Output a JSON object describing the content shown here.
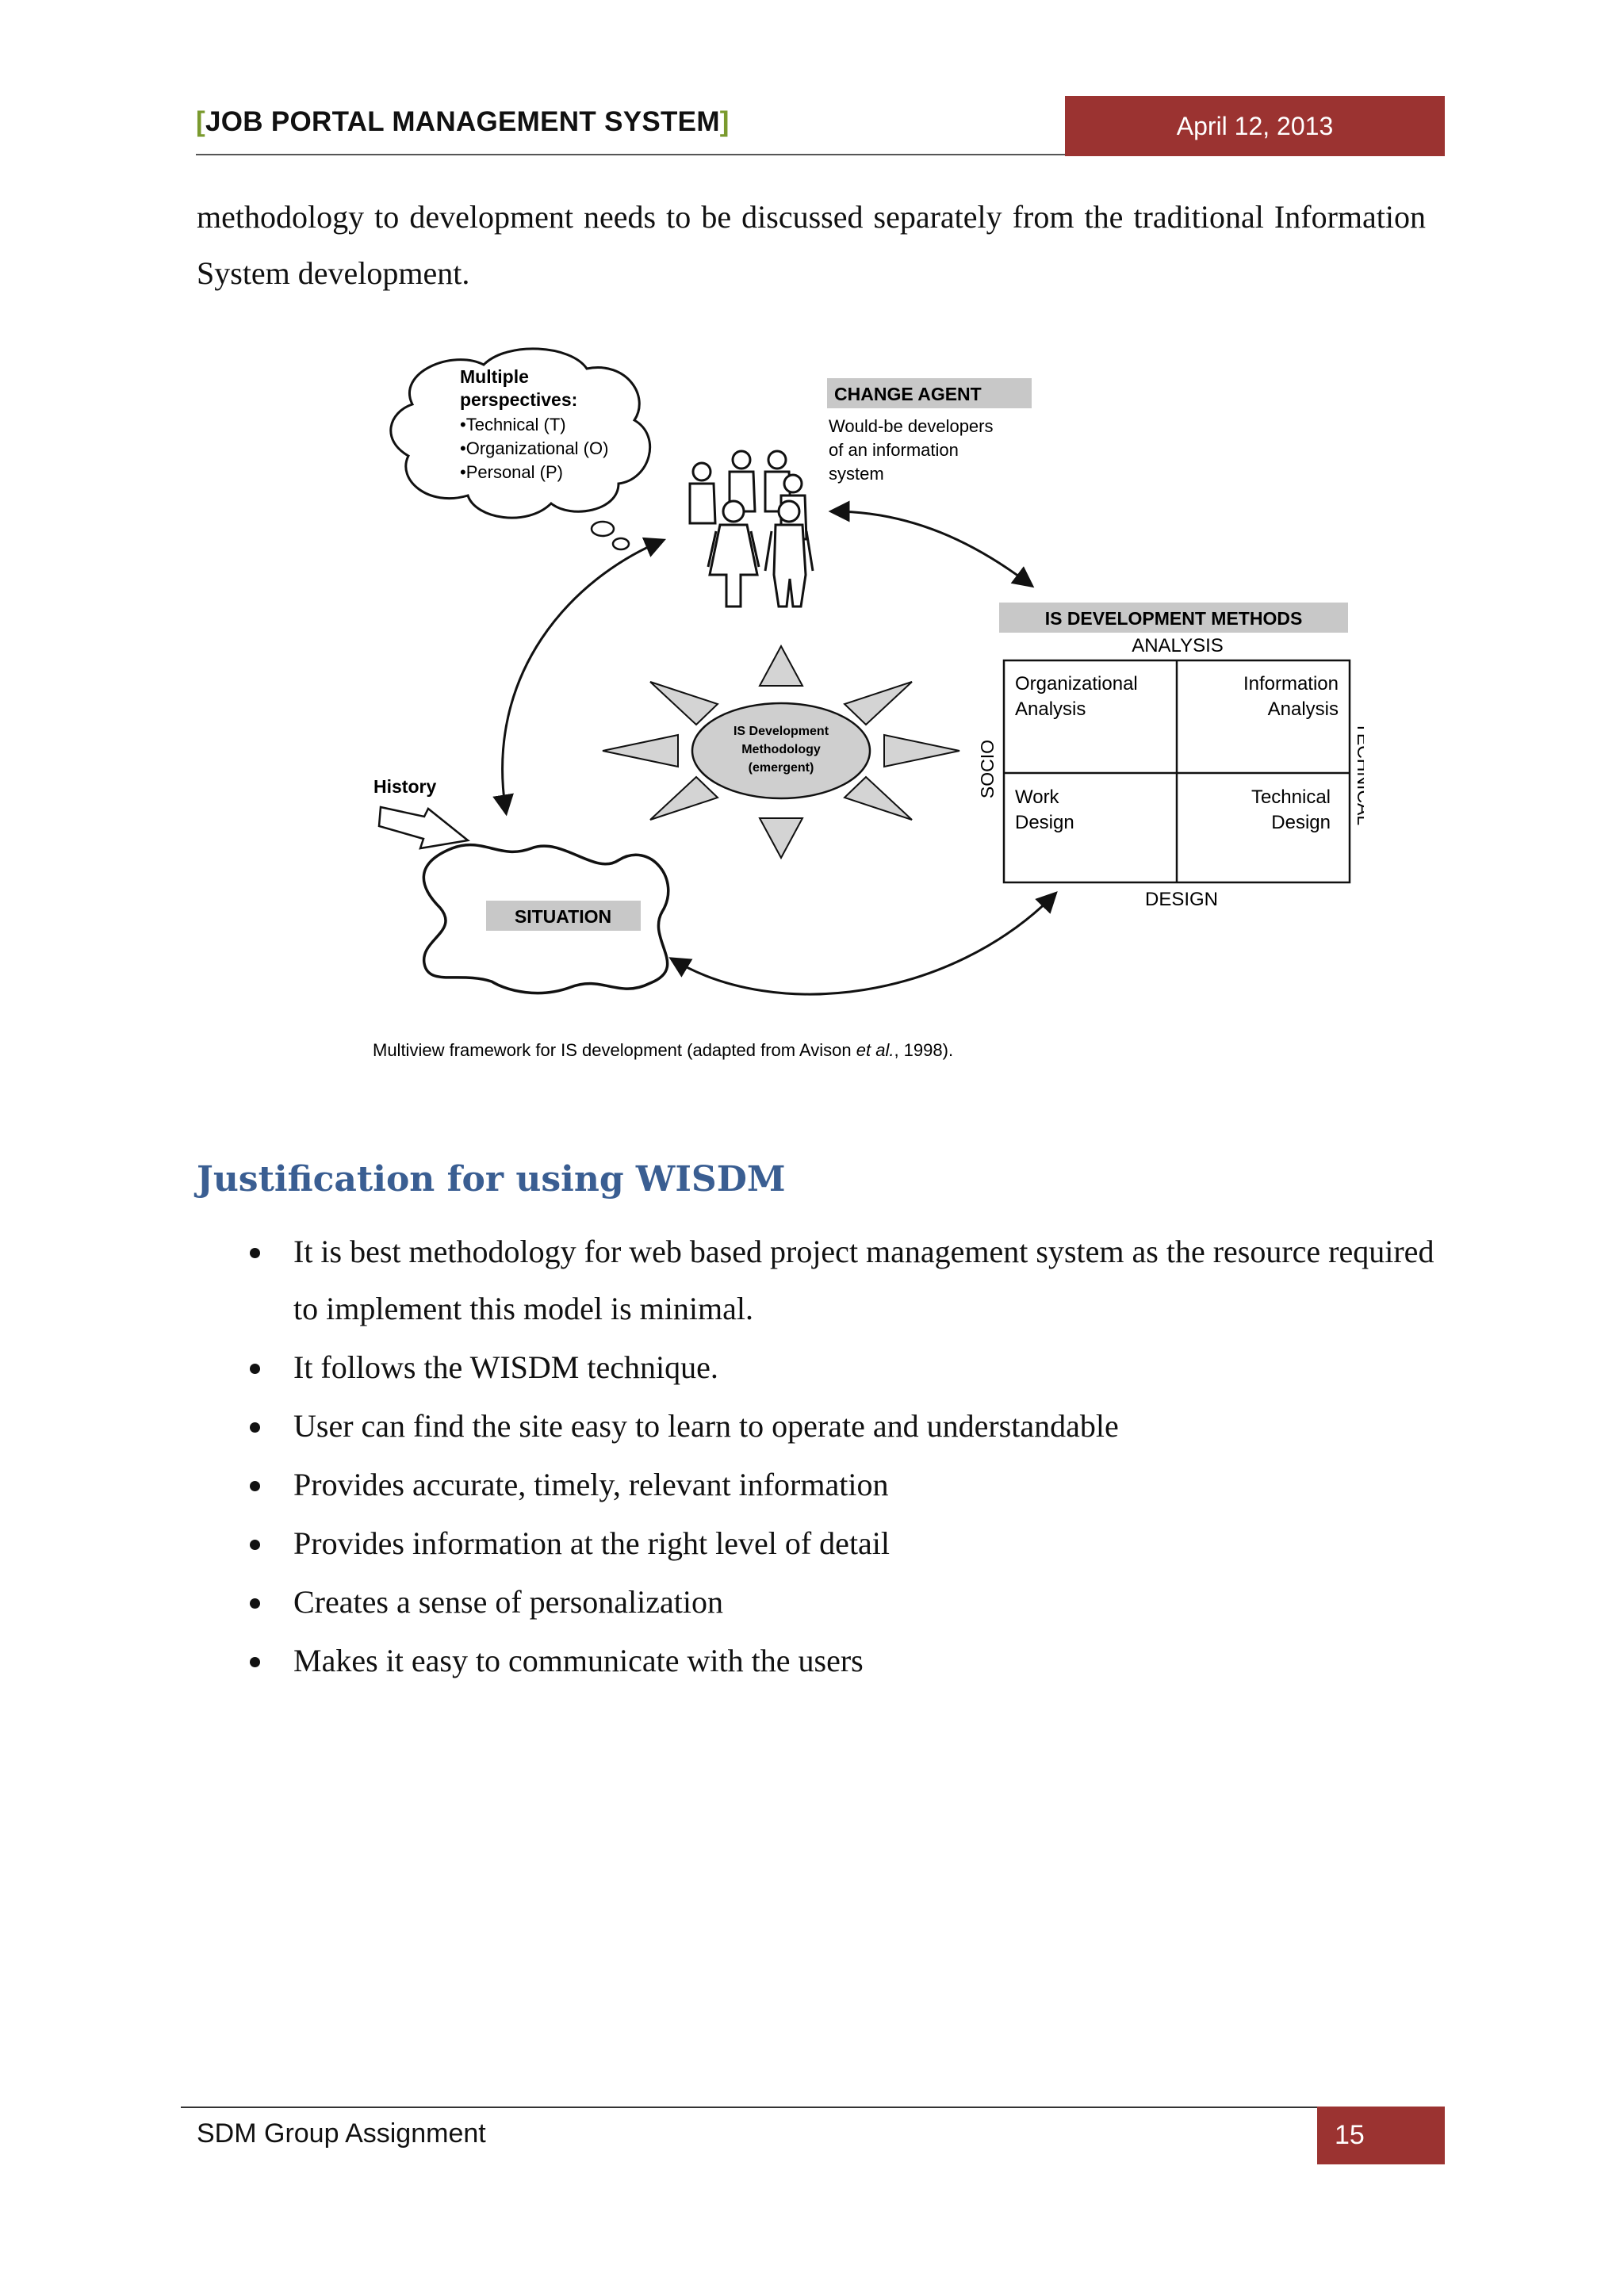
{
  "header": {
    "open_bracket": "[",
    "title": "JOB PORTAL MANAGEMENT SYSTEM",
    "close_bracket": "]",
    "date": "April 12, 2013",
    "accent_color": "#9b3331",
    "bracket_color": "#7a9a2e"
  },
  "intro_text": "methodology to development needs to be discussed separately from the traditional Information System development.",
  "figure": {
    "bubble_title_1": "Multiple",
    "bubble_title_2": "perspectives:",
    "bubble_items": [
      "•Technical (T)",
      "•Organizational (O)",
      "•Personal (P)"
    ],
    "change_agent_label": "CHANGE AGENT",
    "change_agent_desc": [
      "Would-be developers",
      "of an information",
      "system"
    ],
    "methods_label": "IS DEVELOPMENT METHODS",
    "analysis_label": "ANALYSIS",
    "design_label": "DESIGN",
    "socio_label": "SOCIO",
    "technical_label": "TECHNICAL",
    "quadrants": {
      "top_left": [
        "Organizational",
        "Analysis"
      ],
      "top_right": [
        "Information",
        "Analysis"
      ],
      "bottom_left": [
        "Work",
        "Design"
      ],
      "bottom_right": [
        "Technical",
        "Design"
      ]
    },
    "center_label": [
      "IS Development",
      "Methodology",
      "(emergent)"
    ],
    "history_label": "History",
    "situation_label": "SITUATION",
    "caption_before": "Multiview framework for IS development (adapted from Avison ",
    "caption_italic": "et al.",
    "caption_after": ", 1998)."
  },
  "section_heading": "Justification for using WISDM",
  "bullets": [
    "It is best methodology for web based project management system as the resource required to implement this model is minimal.",
    "It follows the WISDM technique.",
    "User can find the site easy to learn to operate and understandable",
    "Provides accurate, timely, relevant information",
    "Provides information at the right level of detail",
    "Creates a sense of personalization",
    "Makes it easy to communicate with the users"
  ],
  "footer": {
    "left_text": "SDM Group Assignment",
    "page_number": "15"
  }
}
